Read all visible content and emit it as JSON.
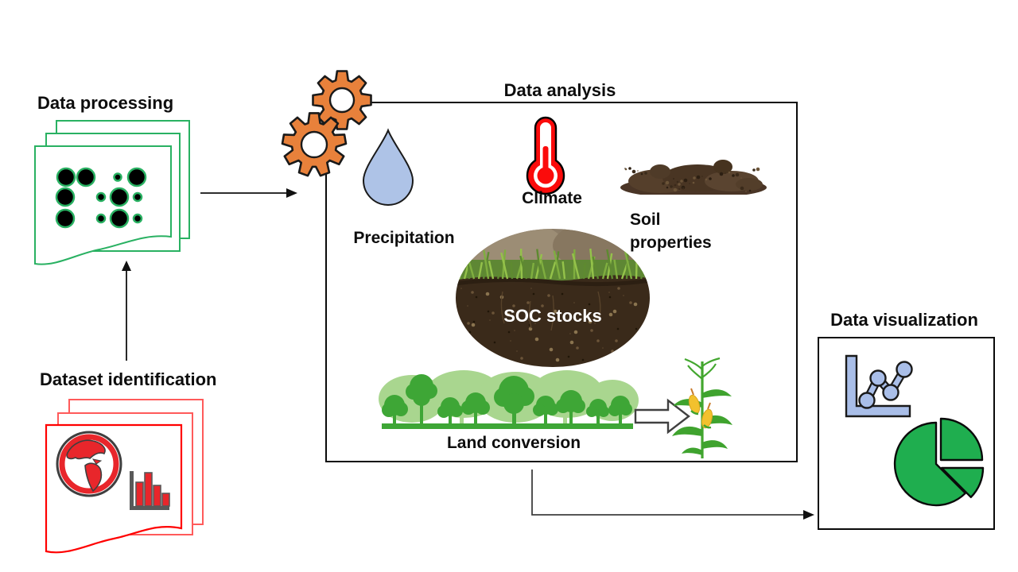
{
  "diagram": {
    "stages": {
      "data_processing": {
        "label": "Data processing"
      },
      "dataset_identification": {
        "label": "Dataset identification"
      },
      "data_analysis": {
        "label": "Data analysis",
        "factors": {
          "precipitation": {
            "label": "Precipitation"
          },
          "climate": {
            "label": "Climate"
          },
          "soil_properties": {
            "label": "Soil properties"
          },
          "soc_stocks": {
            "label": "SOC stocks"
          },
          "land_conversion": {
            "label": "Land conversion"
          }
        }
      },
      "data_visualization": {
        "label": "Data visualization"
      }
    },
    "palette": {
      "gear_orange": "#E8813B",
      "document_green": "#29B162",
      "document_red": "#FF0000",
      "document_red_light": "#FF5A5A",
      "drop_blue": "#AEC3E7",
      "thermometer_red": "#FB0B0B",
      "forest_dark_green": "#3EA636",
      "forest_light_green": "#A9D68F",
      "pie_green": "#1FAE4F",
      "chart_blue": "#A9BEE8",
      "soil_brown": "#4A3526",
      "corn_yellow": "#F2C12E",
      "outline_black": "#0a0a0a"
    }
  }
}
